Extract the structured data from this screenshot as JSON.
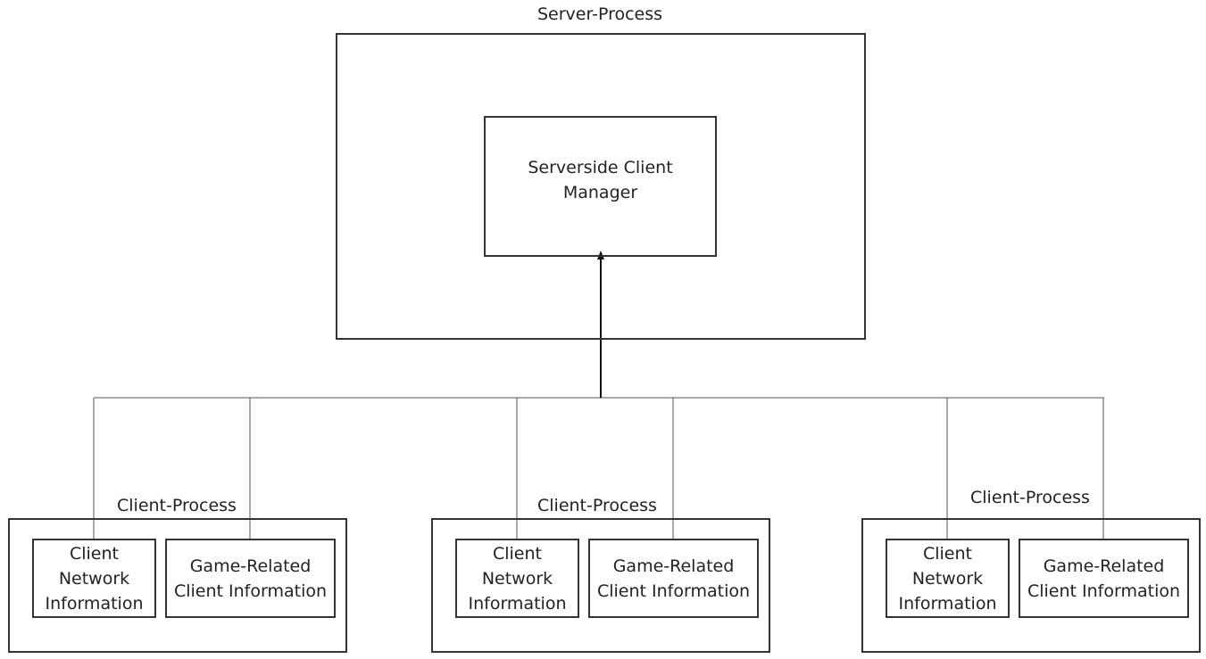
{
  "server": {
    "title": "Server-Process",
    "manager_label": "Serverside Client\nManager"
  },
  "clients": [
    {
      "title": "Client-Process",
      "network_label": "Client\nNetwork\nInformation",
      "game_label": "Game-Related\nClient Information"
    },
    {
      "title": "Client-Process",
      "network_label": "Client\nNetwork\nInformation",
      "game_label": "Game-Related\nClient Information"
    },
    {
      "title": "Client-Process",
      "network_label": "Client\nNetwork\nInformation",
      "game_label": "Game-Related\nClient Information"
    }
  ]
}
